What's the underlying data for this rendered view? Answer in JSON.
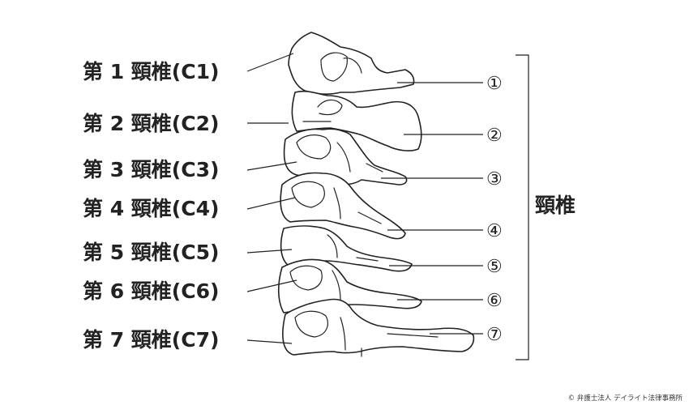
{
  "left_labels": [
    "第 1 頸椎(C1)",
    "第 2 頸椎(C2)",
    "第 3 頸椎(C3)",
    "第 4 頸椎(C4)",
    "第 5 頸椎(C5)",
    "第 6 頸椎(C6)",
    "第 7 頸椎(C7)"
  ],
  "right_numbers": [
    "①",
    "②",
    "③",
    "④",
    "⑤",
    "⑥",
    "⑦"
  ],
  "group_label": "頸椎",
  "credit": "© 弁護士法人 デイライト法律事務所"
}
